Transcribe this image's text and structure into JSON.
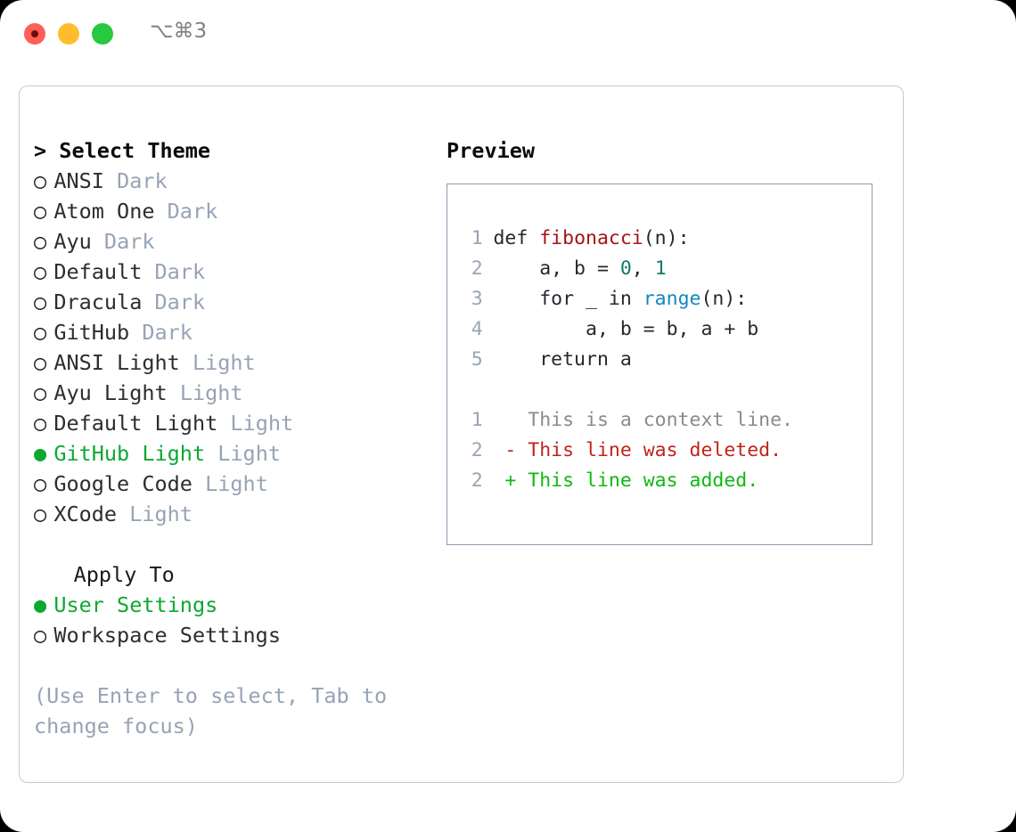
{
  "window": {
    "shortcut": "⌥⌘3",
    "traffic_lights": [
      {
        "name": "close",
        "color": "#ff5f57"
      },
      {
        "name": "minimize",
        "color": "#ffbd2e"
      },
      {
        "name": "maximize",
        "color": "#28c840"
      }
    ]
  },
  "theme_picker": {
    "header_prefix": "> ",
    "header": "Select Theme",
    "radio_unselected": "○",
    "radio_selected": "●",
    "items": [
      {
        "marker": "○",
        "label": "ANSI",
        "tag": "Dark",
        "selected": false
      },
      {
        "marker": "○",
        "label": "Atom One",
        "tag": "Dark",
        "selected": false
      },
      {
        "marker": "○",
        "label": "Ayu",
        "tag": "Dark",
        "selected": false
      },
      {
        "marker": "○",
        "label": "Default",
        "tag": "Dark",
        "selected": false
      },
      {
        "marker": "○",
        "label": "Dracula",
        "tag": "Dark",
        "selected": false
      },
      {
        "marker": "○",
        "label": "GitHub",
        "tag": "Dark",
        "selected": false
      },
      {
        "marker": "○",
        "label": "ANSI Light",
        "tag": "Light",
        "selected": false
      },
      {
        "marker": "○",
        "label": "Ayu Light",
        "tag": "Light",
        "selected": false
      },
      {
        "marker": "○",
        "label": "Default Light",
        "tag": "Light",
        "selected": false
      },
      {
        "marker": "●",
        "label": "GitHub Light",
        "tag": "Light",
        "selected": true
      },
      {
        "marker": "○",
        "label": "Google Code",
        "tag": "Light",
        "selected": false
      },
      {
        "marker": "○",
        "label": "XCode",
        "tag": "Light",
        "selected": false
      }
    ]
  },
  "apply_to": {
    "header": "Apply To",
    "items": [
      {
        "marker": "●",
        "label": "User Settings",
        "selected": true
      },
      {
        "marker": "○",
        "label": "Workspace Settings",
        "selected": false
      }
    ]
  },
  "hint": "(Use Enter to select, Tab to change focus)",
  "preview": {
    "title": "Preview",
    "code_lines": [
      {
        "no": "1",
        "segments": [
          {
            "text": "def ",
            "type": "kw"
          },
          {
            "text": "fibonacci",
            "type": "fn"
          },
          {
            "text": "(n):",
            "type": "plain"
          }
        ]
      },
      {
        "no": "2",
        "segments": [
          {
            "text": "    a, b = ",
            "type": "plain"
          },
          {
            "text": "0",
            "type": "num"
          },
          {
            "text": ", ",
            "type": "plain"
          },
          {
            "text": "1",
            "type": "num"
          }
        ]
      },
      {
        "no": "3",
        "segments": [
          {
            "text": "    for _ in ",
            "type": "plain"
          },
          {
            "text": "range",
            "type": "call"
          },
          {
            "text": "(n):",
            "type": "plain"
          }
        ]
      },
      {
        "no": "4",
        "segments": [
          {
            "text": "        a, b = b, a + b",
            "type": "plain"
          }
        ]
      },
      {
        "no": "5",
        "segments": [
          {
            "text": "    return a",
            "type": "plain"
          }
        ]
      }
    ],
    "diff_lines": [
      {
        "no": "1",
        "sign": " ",
        "text": " This is a context line.",
        "type": "ctx"
      },
      {
        "no": "2",
        "sign": "-",
        "text": " This line was deleted.",
        "type": "del"
      },
      {
        "no": "2",
        "sign": "+",
        "text": " This line was added.",
        "type": "add"
      }
    ]
  },
  "colors": {
    "accent_green": "#0ca82f",
    "muted": "#97a3b5",
    "diff_add": "#11b811",
    "diff_del": "#c0241c",
    "diff_ctx": "#8b8b8b",
    "syntax_function": "#a31515",
    "syntax_number": "#0f7b6c",
    "syntax_call": "#1386c4",
    "panel_border": "#c3cad6",
    "preview_border": "#8e9bb0"
  }
}
